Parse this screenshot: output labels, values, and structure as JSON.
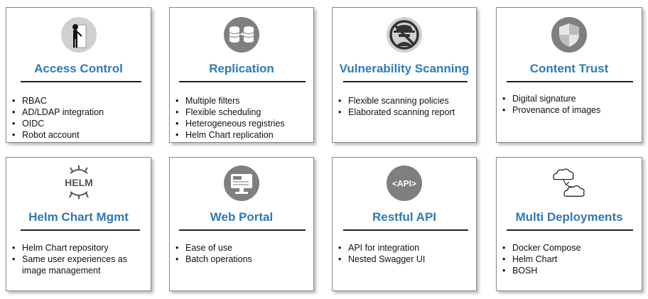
{
  "cards": [
    {
      "title": "Access Control",
      "icon": "person-door-icon",
      "items": [
        "RBAC",
        "AD/LDAP integration",
        "OIDC",
        "Robot account"
      ]
    },
    {
      "title": "Replication",
      "icon": "database-replication-icon",
      "items": [
        "Multiple filters",
        "Flexible scheduling",
        "Heterogeneous registries",
        "Helm Chart replication"
      ]
    },
    {
      "title": "Vulnerability Scanning",
      "icon": "no-hacker-icon",
      "items": [
        "Flexible scanning policies",
        "Elaborated scanning report"
      ]
    },
    {
      "title": "Content Trust",
      "icon": "shield-icon",
      "items": [
        "Digital signature",
        "Provenance of images"
      ]
    },
    {
      "title": "Helm Chart Mgmt",
      "icon": "helm-icon",
      "icon_text": "HELM",
      "items": [
        "Helm Chart repository",
        "Same user experiences as",
        "image management"
      ]
    },
    {
      "title": "Web Portal",
      "icon": "monitor-icon",
      "items": [
        "Ease of use",
        "Batch operations"
      ]
    },
    {
      "title": "Restful API",
      "icon": "api-icon",
      "icon_text": "<API>",
      "items": [
        "API for integration",
        "Nested Swagger UI"
      ]
    },
    {
      "title": "Multi Deployments",
      "icon": "clouds-icon",
      "items": [
        "Docker Compose",
        "Helm Chart",
        "BOSH"
      ]
    }
  ],
  "colors": {
    "title": "#2e7ab8",
    "icon_circle": "#7f7f7f",
    "border": "#888888"
  }
}
